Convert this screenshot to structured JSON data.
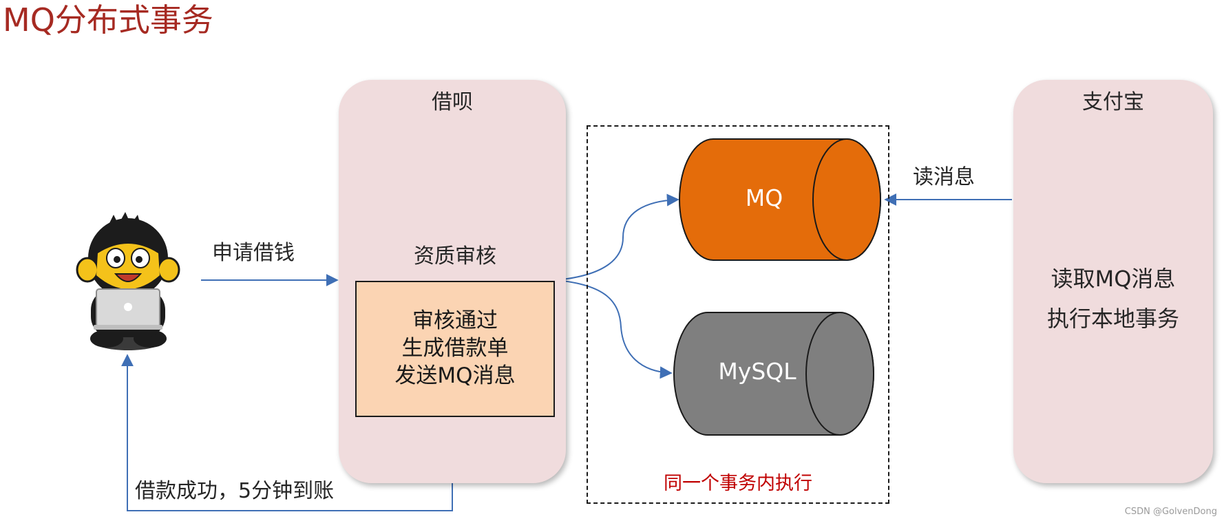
{
  "title": "MQ分布式事务",
  "user": {
    "icon": "monkey-with-laptop-icon"
  },
  "jiebei": {
    "title": "借呗",
    "review_label": "资质审核",
    "box_lines": [
      "审核通过",
      "生成借款单",
      "发送MQ消息"
    ]
  },
  "zhifubao": {
    "title": "支付宝",
    "lines": [
      "读取MQ消息",
      "执行本地事务"
    ]
  },
  "stores": {
    "mq": "MQ",
    "mysql": "MySQL"
  },
  "arrows": {
    "apply": "申请借钱",
    "read": "读消息",
    "success": "借款成功，5分钟到账"
  },
  "transaction_note": "同一个事务内执行",
  "credit": "CSDN @GolvenDong",
  "colors": {
    "title": "#a62a22",
    "panel": "#f0dcdd",
    "review_box": "#fbd4b3",
    "mq_cylinder": "#e46c0a",
    "mysql_cylinder": "#7f7f7f",
    "arrow": "#3f6fb5",
    "note": "#c00000"
  }
}
